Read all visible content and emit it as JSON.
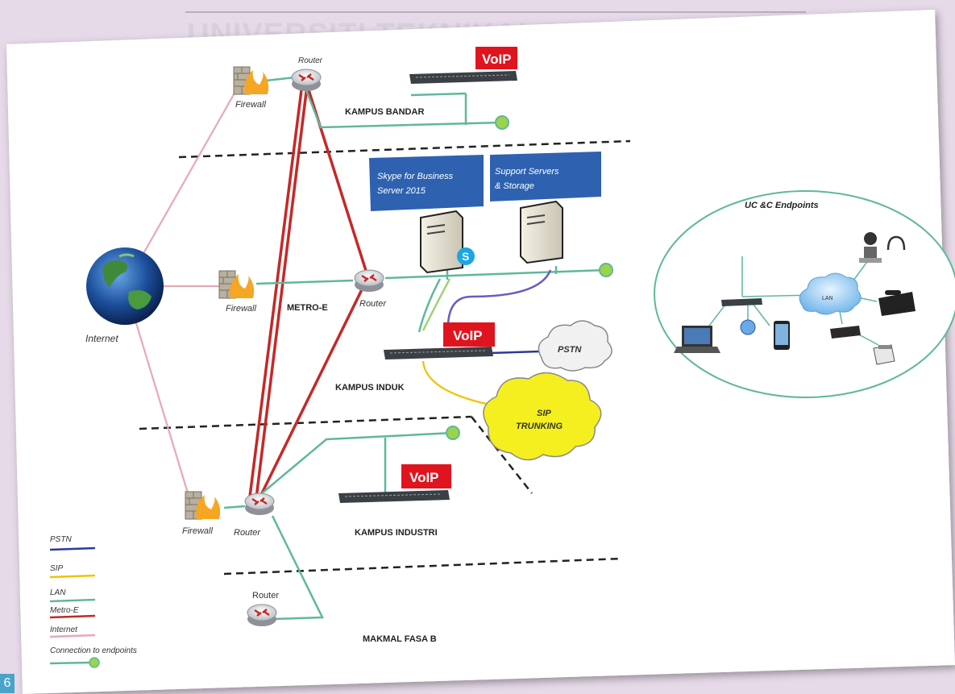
{
  "header": {
    "title": "UNIVERSITI TEKNIKAL MALAYSIA MELAKA"
  },
  "slide_number": "6",
  "labels": {
    "internet": "Internet",
    "firewall": "Firewall",
    "router": "Router",
    "metro_e": "METRO-E",
    "voip": "VoIP",
    "pstn": "PSTN",
    "sip_line1": "SIP",
    "sip_line2": "TRUNKING",
    "lan": "LAN",
    "kampus_bandar": "KAMPUS BANDAR",
    "kampus_induk": "KAMPUS INDUK",
    "kampus_industri": "KAMPUS INDUSTRI",
    "makmal_fasa_b": "MAKMAL FASA B",
    "skype_line1": "Skype for Business",
    "skype_line2": "Server 2015",
    "support_line1": "Support Servers",
    "support_line2": "& Storage",
    "uc_endpoints": "UC &C Endpoints"
  },
  "legend": [
    {
      "label": "PSTN",
      "color": "#2b3a9a"
    },
    {
      "label": "SIP",
      "color": "#f2c200"
    },
    {
      "label": "LAN",
      "color": "#5fb89a"
    },
    {
      "label": "Metro-E",
      "color": "#c62828"
    },
    {
      "label": "Internet",
      "color": "#e8a8b4"
    },
    {
      "label": "Connection to endpoints",
      "color": "#5fb89a"
    }
  ],
  "colors": {
    "lan": "#5fb89a",
    "metro_e": "#c62828",
    "internet": "#e8a8b4",
    "pstn": "#2b3a9a",
    "sip": "#f2c200",
    "voip_badge": "#e0141e",
    "server_box": "#2e62b0",
    "endpoint_dot": "#9bd34a"
  }
}
